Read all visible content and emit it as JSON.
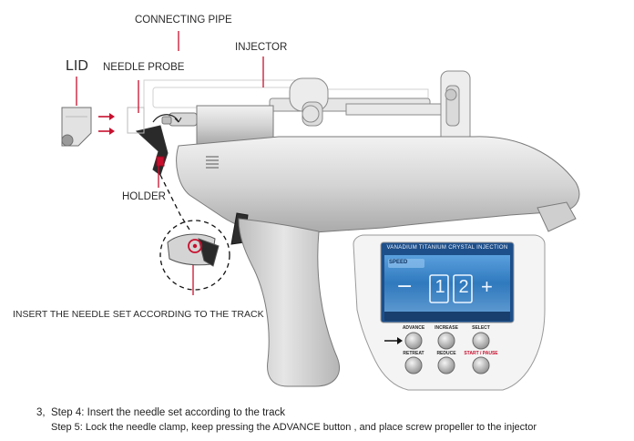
{
  "labels": {
    "connecting_pipe": "CONNECTING PIPE",
    "injector": "INJECTOR",
    "lid": "LID",
    "needle_probe": "NEEDLE PROBE",
    "holder": "HOLDER",
    "insert_track": "INSERT THE NEEDLE SET ACCORDING TO THE TRACK"
  },
  "panel": {
    "title": "VANADIUM TITANIUM CRYSTAL INJECTION",
    "tab": "SPEED",
    "minus": "−",
    "value_digits": [
      "1",
      "2"
    ],
    "plus": "+",
    "buttons": [
      {
        "label": "ADVANCE"
      },
      {
        "label": "INCREASE"
      },
      {
        "label": "SELECT"
      },
      {
        "label": "RETREAT"
      },
      {
        "label": "REDUCE"
      },
      {
        "label": "START / PAUSE"
      }
    ]
  },
  "steps": {
    "prefix": "3,",
    "step4": "Step 4: Insert the needle set according to the track",
    "step5": "Step 5: Lock the needle clamp, keep pressing the ADVANCE button , and place screw propeller to the injector"
  },
  "colors": {
    "accent": "#c8102e",
    "screen": "#3e86c8",
    "screen_dark": "#1d4f8a",
    "body": "#d9d9d9",
    "outline": "#7a7a7a"
  }
}
